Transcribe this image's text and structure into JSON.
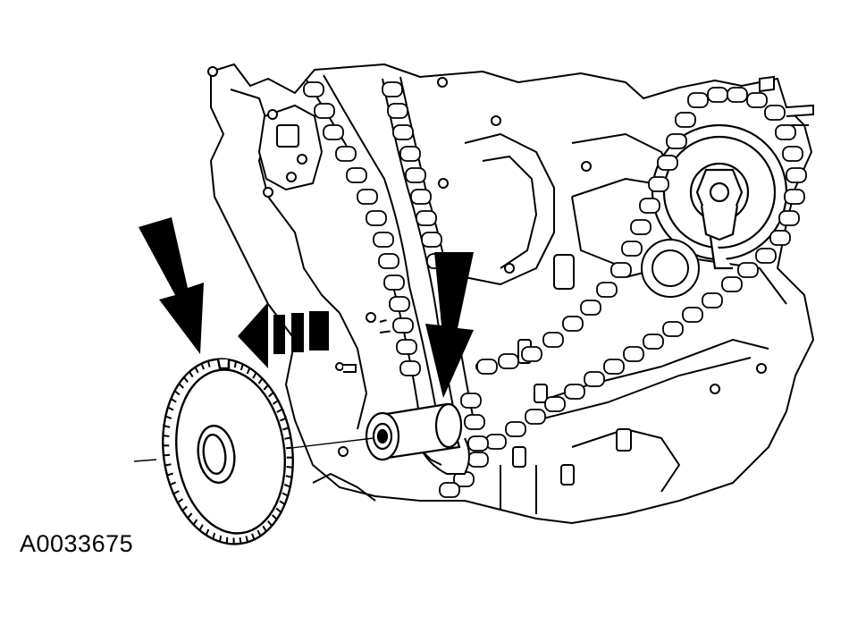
{
  "figure": {
    "reference_number": "A0033675"
  },
  "colors": {
    "line": "#000000",
    "fill": "#ffffff",
    "arrow": "#000000"
  },
  "icons": [
    "solid-down-arrow",
    "dashed-left-arrow",
    "solid-down-arrow"
  ]
}
